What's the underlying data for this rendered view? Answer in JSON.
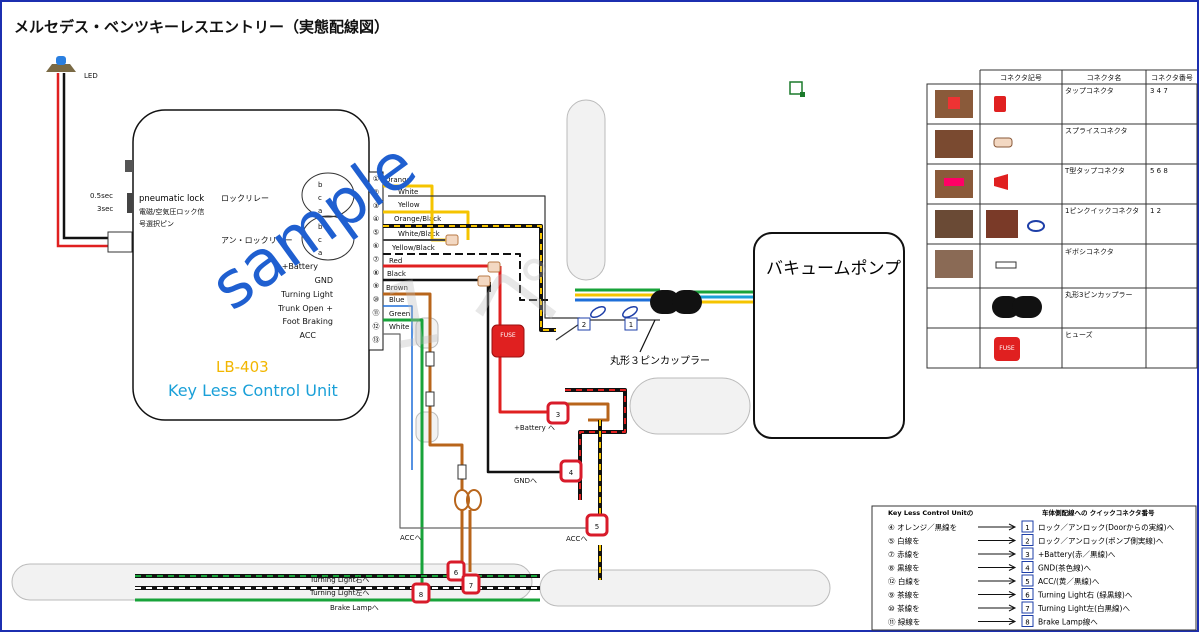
{
  "title": "メルセデス・ベンツキーレスエントリー（実態配線図）",
  "led_label": "LED",
  "unit": {
    "timer_05": "0.5sec",
    "timer_3": "3sec",
    "pneumatic_lock": "pneumatic lock",
    "pneumatic_sub1": "電磁/空気圧ロック信",
    "pneumatic_sub2": "号選択ピン",
    "lock_relay": "ロックリレー",
    "unlock_relay": "アン・ロックリレー",
    "pin_labels": [
      "+Battery",
      "GND",
      "Turning Light",
      "Trunk Open +",
      "Foot Braking",
      "ACC"
    ],
    "model": "LB-403",
    "name": "Key Less Control Unit"
  },
  "relay_letters": [
    "b",
    "c",
    "a",
    "b",
    "c",
    "a"
  ],
  "pin_numbers": [
    "①",
    "②",
    "③",
    "④",
    "⑤",
    "⑥",
    "⑦",
    "⑧",
    "⑨",
    "⑩",
    "⑪",
    "⑫",
    "⑬"
  ],
  "wires": [
    "Orange",
    "White",
    "Yellow",
    "Orange/Black",
    "White/Black",
    "Yellow/Black",
    "Red",
    "Black",
    "Brown",
    "Blue",
    "Green",
    "White"
  ],
  "watermark": "sample",
  "fuse_label": "FUSE",
  "coupler_label": "丸形３ピンカップラー",
  "pump_label": "バキュームポンプ",
  "connector_badges": [
    "1",
    "2",
    "3",
    "4",
    "5",
    "6",
    "7",
    "8"
  ],
  "annotations": {
    "battery": "+Battery へ",
    "gnd": "GNDへ",
    "acc1": "ACCへ",
    "acc2": "ACCへ",
    "turn_right": "Turning Light右へ",
    "turn_left": "Turning Light左へ",
    "brake": "Brake Lampへ"
  },
  "legend_table": {
    "headers": [
      "コネクタ記号",
      "コネクタ名",
      "コネクタ番号"
    ],
    "rows": [
      {
        "name": "タップコネクタ",
        "numbers": "3 4 7"
      },
      {
        "name": "スプライスコネクタ",
        "numbers": ""
      },
      {
        "name": "T型タップコネクタ",
        "numbers": "5 6 8"
      },
      {
        "name": "1ピンクイックコネクタ",
        "numbers": "1 2"
      },
      {
        "name": "ギボシコネクタ",
        "numbers": ""
      },
      {
        "name": "丸形3ピンカップラー",
        "numbers": ""
      },
      {
        "name": "ヒューズ",
        "numbers": ""
      }
    ],
    "fuse_icon_label": "FUSE"
  },
  "mapping_table": {
    "header_left": "Key Less Control Unitの",
    "header_right": "车体側配線への クイックコネクタ番号",
    "rows": [
      {
        "left": "④ オレンジ／黒線を",
        "num": "1",
        "right": "ロック／アンロック(Doorからの実線)へ"
      },
      {
        "left": "⑤ 白線を",
        "num": "2",
        "right": "ロック／アンロック(ポンプ側実線)へ"
      },
      {
        "left": "⑦ 赤線を",
        "num": "3",
        "right": "+Battery(赤／黒線)へ"
      },
      {
        "left": "⑧ 黒線を",
        "num": "4",
        "right": "GND(茶色線)へ"
      },
      {
        "left": "⑫ 白線を",
        "num": "5",
        "right": "ACC/(黄／黒線)へ"
      },
      {
        "left": "⑨ 茶線を",
        "num": "6",
        "right": "Turning Light右 (緑黒線)へ"
      },
      {
        "left": "⑩ 茶線を",
        "num": "7",
        "right": "Turning Light左(白黒線)へ"
      },
      {
        "left": "⑪ 緑線を",
        "num": "8",
        "right": "Brake Lamp線へ"
      }
    ]
  },
  "colors": {
    "red": "#e02020",
    "black": "#111111",
    "yellow": "#f5c400",
    "brown": "#b8651b",
    "blue": "#1e6fd9",
    "green": "#18a33a",
    "accent_blue": "#1f5fd0",
    "badge_red": "#d81b2a",
    "model_yellow": "#f2b600",
    "name_blue": "#1aa0d8"
  }
}
